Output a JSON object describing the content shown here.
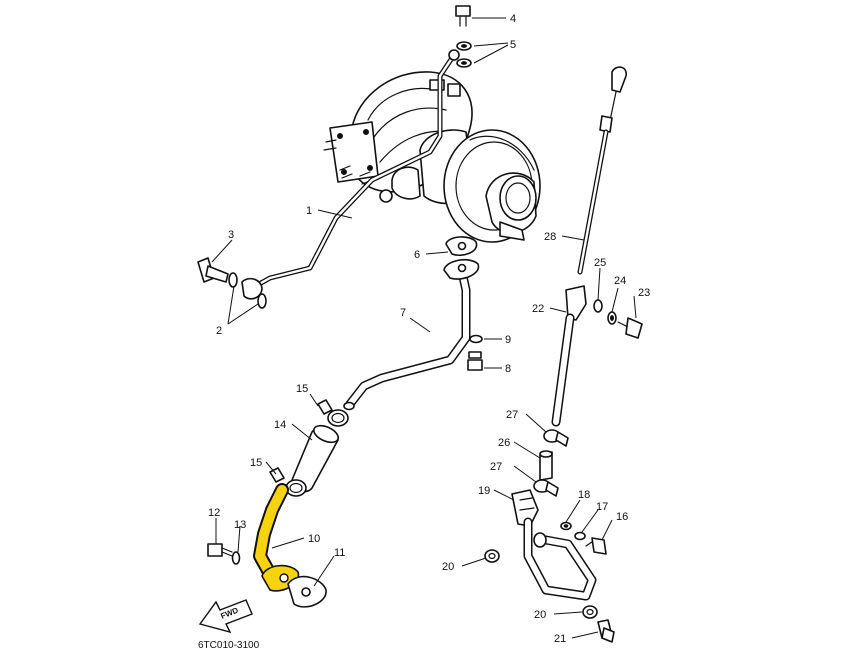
{
  "diagram_code": "6TC010-3100",
  "fwd_label": "FWD",
  "highlight_color": "#f5d40f",
  "highlighted_part": "10",
  "callouts": {
    "c1": "1",
    "c2": "2",
    "c3": "3",
    "c4": "4",
    "c5": "5",
    "c6": "6",
    "c7": "7",
    "c8": "8",
    "c9": "9",
    "c10": "10",
    "c11": "11",
    "c12": "12",
    "c13": "13",
    "c14": "14",
    "c15a": "15",
    "c15b": "15",
    "c16": "16",
    "c17": "17",
    "c18": "18",
    "c19": "19",
    "c20a": "20",
    "c20b": "20",
    "c21": "21",
    "c22": "22",
    "c23": "23",
    "c24": "24",
    "c25": "25",
    "c26": "26",
    "c27a": "27",
    "c27b": "27",
    "c28": "28"
  }
}
